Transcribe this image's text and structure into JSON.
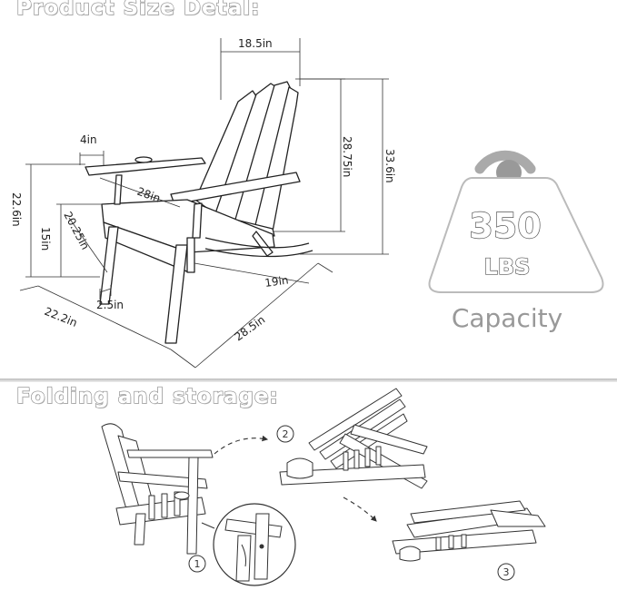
{
  "headings": {
    "product_size": "Product Size Detal:",
    "folding": "Folding and storage:"
  },
  "dimensions": {
    "back_width": "18.5in",
    "armrest_width": "4in",
    "back_height": "28.75in",
    "total_height": "33.6in",
    "arm_height": "22.6in",
    "seat_height": "15in",
    "seat_depth": "20.25in",
    "arm_length": "28in",
    "seat_width": "19in",
    "leg_width": "2.5in",
    "total_width": "22.2in",
    "total_depth": "28.5in"
  },
  "capacity": {
    "number": "350",
    "unit": "LBS",
    "label": "Capacity"
  },
  "steps": [
    "1",
    "2",
    "3"
  ]
}
